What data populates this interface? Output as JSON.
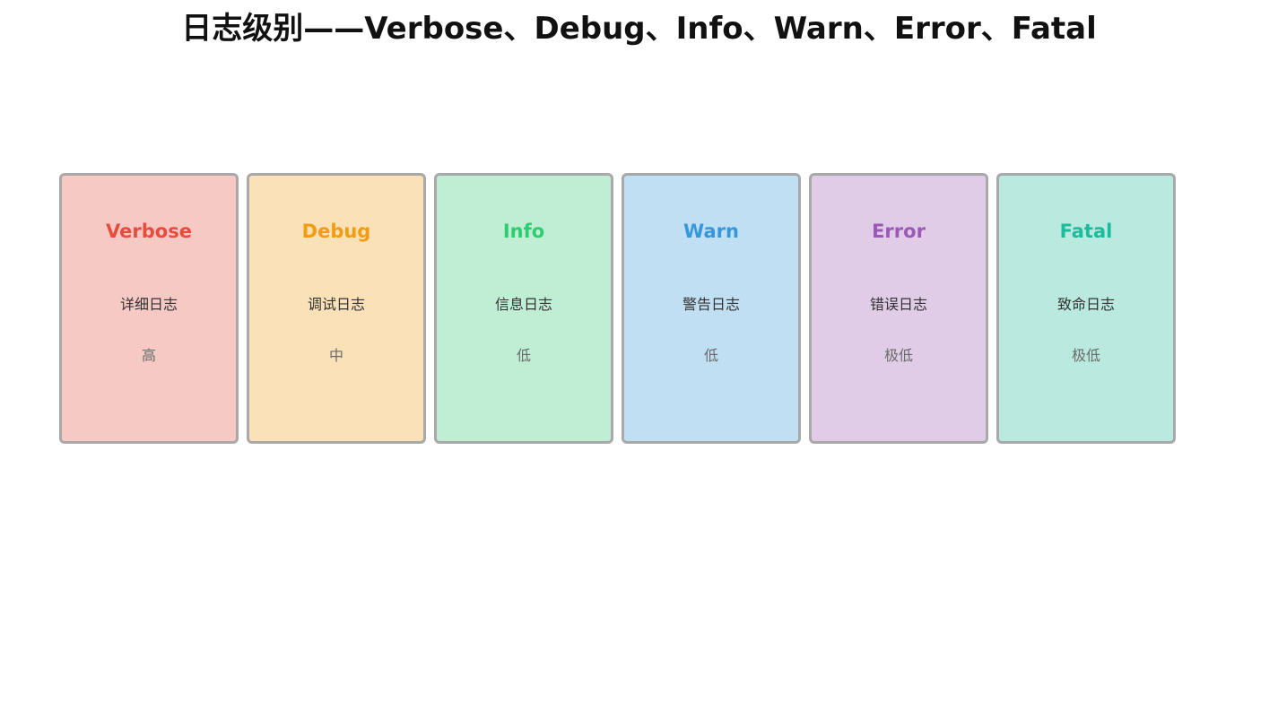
{
  "title": "日志级别——Verbose、Debug、Info、Warn、Error、Fatal",
  "levels": [
    {
      "name": "Verbose",
      "description": "详细日志",
      "level": "高",
      "color": "#e74c3c",
      "background": "#f6c9c5"
    },
    {
      "name": "Debug",
      "description": "调试日志",
      "level": "中",
      "color": "#f39c12",
      "background": "#fae1b8"
    },
    {
      "name": "Info",
      "description": "信息日志",
      "level": "低",
      "color": "#2ecc71",
      "background": "#c0eed5"
    },
    {
      "name": "Warn",
      "description": "警告日志",
      "level": "低",
      "color": "#3498db",
      "background": "#c1dff3"
    },
    {
      "name": "Error",
      "description": "错误日志",
      "level": "极低",
      "color": "#9b59b6",
      "background": "#e1cce8"
    },
    {
      "name": "Fatal",
      "description": "致命日志",
      "level": "极低",
      "color": "#1abc9c",
      "background": "#b9e9df"
    }
  ]
}
